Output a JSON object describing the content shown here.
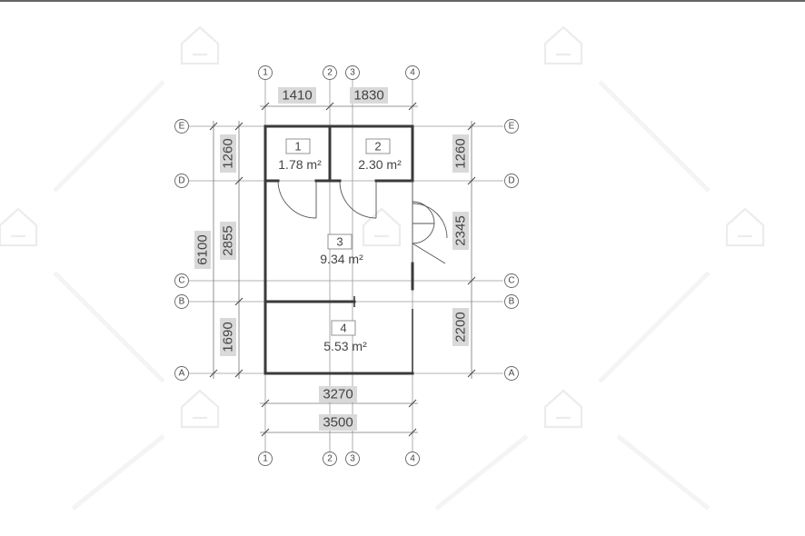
{
  "grid_axes": {
    "columns": [
      "1",
      "2",
      "3",
      "4"
    ],
    "rows": [
      "A",
      "B",
      "C",
      "D",
      "E"
    ]
  },
  "dimensions": {
    "top": [
      "1410",
      "1830"
    ],
    "bottom_inner": "3270",
    "bottom_total": "3500",
    "left_inner": [
      "1260",
      "2855",
      "1690"
    ],
    "left_total": "6100",
    "right": [
      "1260",
      "2345",
      "2200"
    ]
  },
  "rooms": [
    {
      "number": "1",
      "area": "1.78 m²"
    },
    {
      "number": "2",
      "area": "2.30 m²"
    },
    {
      "number": "3",
      "area": "9.34 m²"
    },
    {
      "number": "4",
      "area": "5.53 m²"
    }
  ]
}
